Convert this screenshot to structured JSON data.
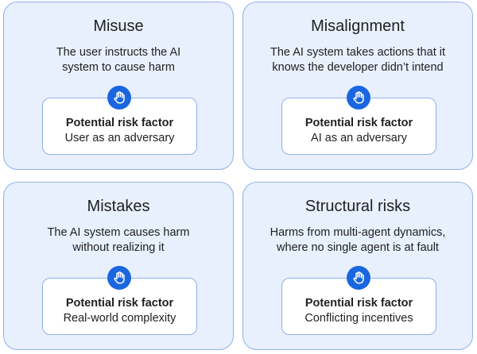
{
  "cards": [
    {
      "title": "Misuse",
      "desc_line1": "The user instructs the AI",
      "desc_line2": "system to cause harm",
      "risk_heading": "Potential risk factor",
      "risk_value": "User as an adversary"
    },
    {
      "title": "Misalignment",
      "desc_line1": "The AI system takes actions that it",
      "desc_line2": "knows the developer didn’t intend",
      "risk_heading": "Potential risk factor",
      "risk_value": "AI as an adversary"
    },
    {
      "title": "Mistakes",
      "desc_line1": "The AI system causes harm",
      "desc_line2": "without realizing it",
      "risk_heading": "Potential risk factor",
      "risk_value": "Real-world complexity"
    },
    {
      "title": "Structural risks",
      "desc_line1": "Harms from multi-agent dynamics,",
      "desc_line2": "where no single agent is at fault",
      "risk_heading": "Potential risk factor",
      "risk_value": "Conflicting incentives"
    }
  ],
  "icon": "raised-hand-icon",
  "colors": {
    "card_bg": "#e8f0fd",
    "border": "#8fb0ec",
    "icon_bg": "#1a66e0"
  }
}
